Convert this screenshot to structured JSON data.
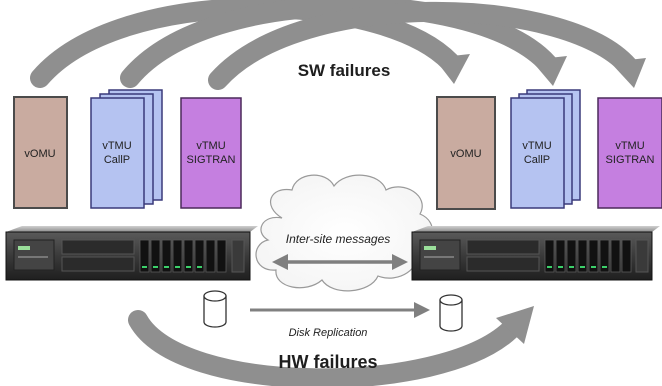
{
  "labels": {
    "sw_failures": "SW failures",
    "hw_failures": "HW failures",
    "inter_site": "Inter-site messages",
    "disk_replication": "Disk Replication"
  },
  "left_site": {
    "vomu": {
      "line1": "vOMU"
    },
    "vtmu_callp": {
      "line1": "vTMU",
      "line2": "CallP"
    },
    "vtmu_sigtran": {
      "line1": "vTMU",
      "line2": "SIGTRAN"
    }
  },
  "right_site": {
    "vomu": {
      "line1": "vOMU"
    },
    "vtmu_callp": {
      "line1": "vTMU",
      "line2": "CallP"
    },
    "vtmu_sigtran": {
      "line1": "vTMU",
      "line2": "SIGTRAN"
    }
  },
  "colors": {
    "vomu_fill": "#c9aba0",
    "callp_fill": "#b5c3f1",
    "sigtran_fill": "#c57fe0",
    "arrow_gray": "#8a8a8a",
    "server_dark": "#2a2a2a"
  }
}
